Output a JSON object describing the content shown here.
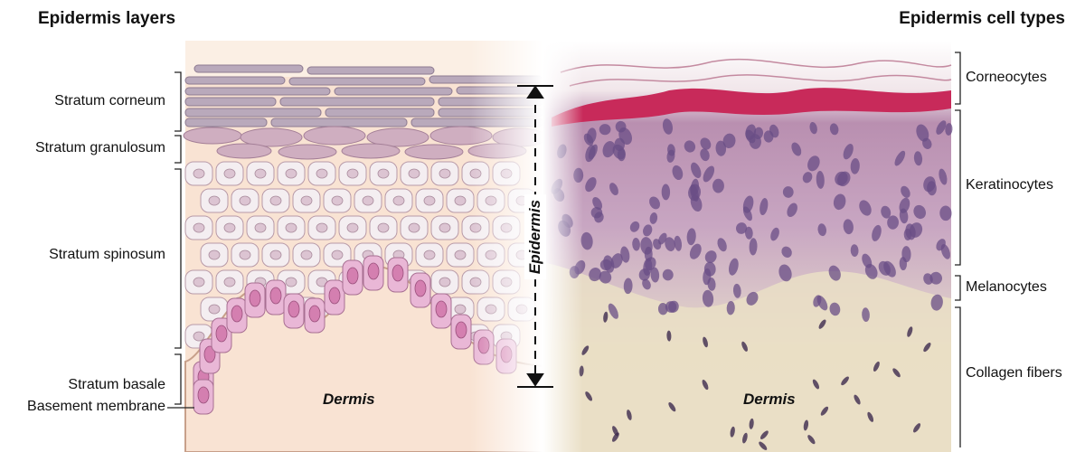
{
  "headings": {
    "left": "Epidermis layers",
    "right": "Epidermis cell types"
  },
  "layers": [
    {
      "label": "Stratum corneum"
    },
    {
      "label": "Stratum granulosum"
    },
    {
      "label": "Stratum spinosum"
    },
    {
      "label": "Stratum basale"
    },
    {
      "label": "Basement membrane"
    }
  ],
  "cell_types": [
    {
      "label": "Corneocytes"
    },
    {
      "label": "Keratinocytes"
    },
    {
      "label": "Melanocytes"
    },
    {
      "label": "Collagen fibers"
    }
  ],
  "center_label": "Epidermis",
  "dermis_labels": {
    "illustration": "Dermis",
    "histology": "Dermis"
  },
  "colors": {
    "corneum": "#b9a9bb",
    "granulosum": "#cfaec0",
    "spinosum_cell": "#f4eef1",
    "basal_cell": "#e9b7d6",
    "dermis_illustration": "#f9e3d3",
    "histology_stroma": "#e8dcc4",
    "histology_cornified": "#c82a5a",
    "nucleus": "#6a4e86"
  }
}
